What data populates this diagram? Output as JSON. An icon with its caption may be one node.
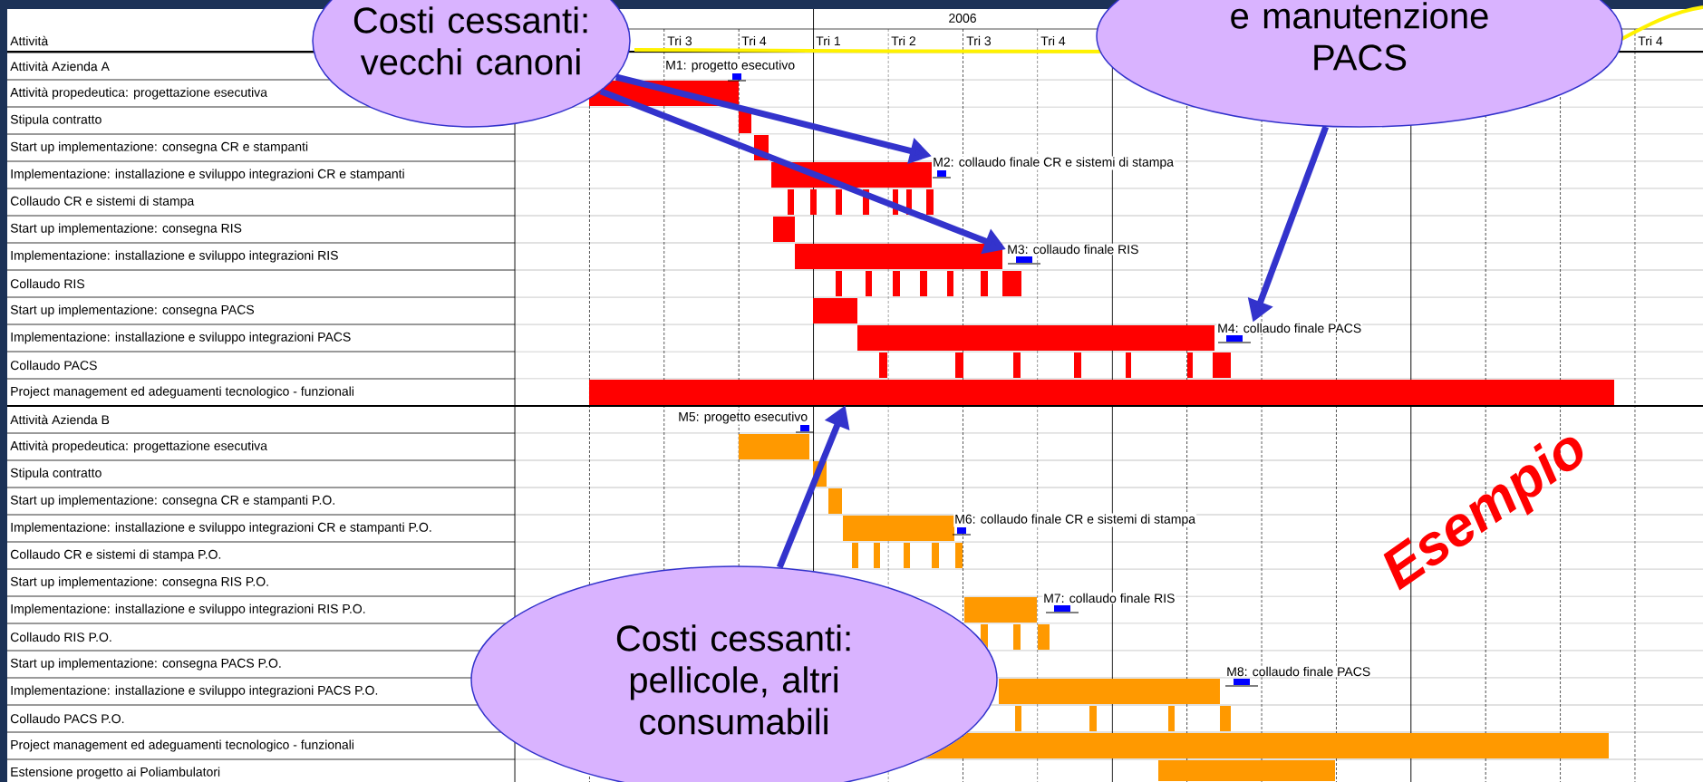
{
  "diagram": {
    "nodes": [
      {
        "text": [
          "Costi cessanti: vecchi canoni"
        ]
      },
      {
        "text": [
          "e manutenzione PACS"
        ]
      },
      {
        "text": [
          "Costi cessanti: pellicole, altri consumabili"
        ]
      },
      {
        "text": [
          "M2: collaudo finale CR e sistemi di stampa"
        ]
      },
      {
        "text": [
          "M3: collaudo finale RIS"
        ]
      },
      {
        "text": [
          "M4: collaudo finale PACS"
        ]
      },
      {
        "text": [],
        "shape": "bar"
      }
    ],
    "edges": [
      {
        "from": 0,
        "to": 3,
        "arrow": "to"
      },
      {
        "from": 0,
        "to": 4,
        "arrow": "to"
      },
      {
        "from": 1,
        "to": 5,
        "arrow": "to"
      },
      {
        "from": 2,
        "to": 6,
        "arrow": "to"
      }
    ],
    "labels": [
      "2006",
      "Attività",
      "Tri 3",
      "Tri 4",
      "Tri 1",
      "Tri 2",
      "Tri 3",
      "Tri 4",
      "Tri 4",
      "Attività Azienda A",
      "Attività propedeutica: progettazione esecutiva",
      "Stipula contratto",
      "Start up implementazione: consegna CR e stampanti",
      "Implementazione: installazione e sviluppo integrazioni CR e stampanti",
      "Collaudo CR e sistemi di stampa",
      "Start up implementazione: consegna RIS",
      "Implementazione: installazione e sviluppo integrazioni RIS",
      "Collaudo RIS",
      "Start up implementazione: consegna PACS",
      "Implementazione: installazione e sviluppo integrazioni PACS",
      "Collaudo PACS",
      "Project management ed adeguamenti tecnologico - funzionali",
      "Attività Azienda B",
      "Attività propedeutica: progettazione esecutiva",
      "Stipula contratto",
      "Start up implementazione: consegna CR e stampanti P.O.",
      "Implementazione: installazione e sviluppo integrazioni CR e stampanti P.O.",
      "Collaudo CR e sistemi di stampa P.O.",
      "Start up implementazione: consegna RIS P.O.",
      "Implementazione: installazione e sviluppo integrazioni RIS P.O.",
      "Collaudo RIS P.O.",
      "Start up implementazione: consegna PACS P.O.",
      "Implementazione: installazione e sviluppo integrazioni PACS P.O.",
      "Collaudo PACS P.O.",
      "Project management ed adeguamenti tecnologico - funzionali",
      "Estensione progetto ai Poliambulatori",
      "M1: progetto esecutivo",
      "M5: progetto esecutivo",
      "M6: collaudo finale CR e sistemi di stampa",
      "M7: collaudo finale RIS",
      "M8: collaudo finale PACS",
      "Esempio"
    ]
  }
}
